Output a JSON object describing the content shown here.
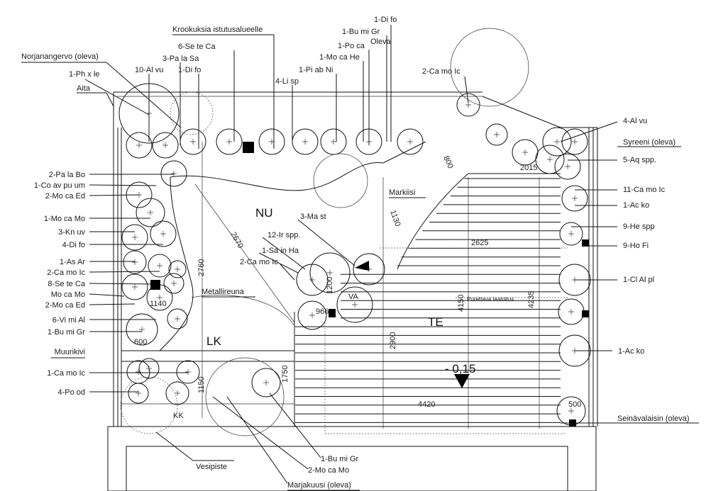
{
  "title_area": {
    "nu": "NU",
    "lk": "LK",
    "te": "TE",
    "kk": "KK",
    "va": "VA"
  },
  "top_labels": [
    "Norjanangervo (oleva)",
    "1-Ph x le",
    "Aita",
    "10-Al vu",
    "3-Pa la Sa",
    "1-Di fo",
    "6-Se te Ca",
    "Krookuksia istutusalueelle",
    "4-Li sp",
    "1-Pi ab Ni",
    "1-Mo ca He",
    "1-Po ca",
    "Oleva",
    "1-Bu mi Gr",
    "1-Di fo",
    "2-Ca mo Ic"
  ],
  "left_labels": [
    "2-Pa la Bo",
    "1-Co av pu um",
    "2-Mo ca Ed",
    "1-Mo ca Mo",
    "3-Kn uv",
    "4-Di fo",
    "1-As Ar",
    "2-Ca mo Ic",
    "8-Se te Ca",
    "Mo ca Mo",
    "2-Mo ca Ed",
    "6-Vi mi  Al",
    "1-Bu mi Gr",
    "Muurikivi",
    "1-Ca mo Ic",
    "4-Po od"
  ],
  "right_labels": [
    "4-Al vu",
    "Syreeni (oleva)",
    "5-Aq spp.",
    "11-Ca mo Ic",
    "1-Ac ko",
    "9-He spp",
    "9-Ho Fi",
    "1-Cl Al pl",
    "1-Ac ko",
    "Seinävalaisin (oleva)"
  ],
  "bottom_labels": [
    "Vesipiste",
    "1-Bu mi Gr",
    "2-Mo ca Mo",
    "Marjakuusi (oleva)"
  ],
  "center_labels": [
    "Markiisi",
    "3-Ma st",
    "12-Ir spp.",
    "1-Sa in Ha",
    "2-Ca mo Ic",
    "Metallireuna",
    "Purettava laatoitus"
  ],
  "dimensions": [
    "2670",
    "2760",
    "1140",
    "600",
    "1150",
    "1750",
    "966",
    "1200",
    "1130",
    "800",
    "2625",
    "2015",
    "4150",
    "4235",
    "2900",
    "4420",
    "500"
  ],
  "level": "- 0,15"
}
